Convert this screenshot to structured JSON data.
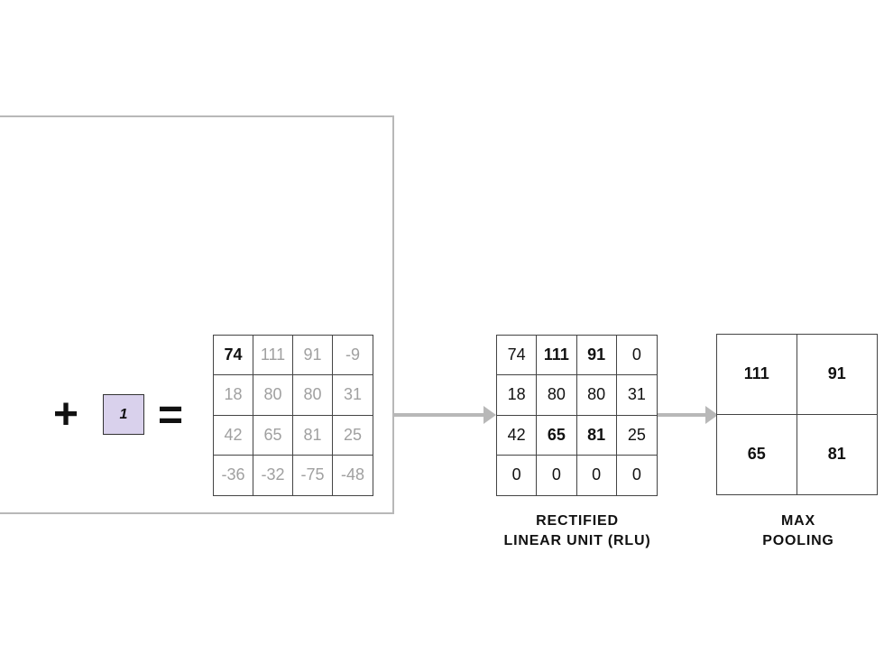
{
  "operators": {
    "plus": "+",
    "equals": "="
  },
  "bias": {
    "value": "1",
    "color": "#d9d1ec"
  },
  "sum_grid": {
    "cells": [
      "74",
      "111",
      "91",
      "-9",
      "18",
      "80",
      "80",
      "31",
      "42",
      "65",
      "81",
      "25",
      "-36",
      "-32",
      "-75",
      "-48"
    ],
    "bold": [
      true,
      false,
      false,
      false,
      false,
      false,
      false,
      false,
      false,
      false,
      false,
      false,
      false,
      false,
      false,
      false
    ]
  },
  "rlu_grid": {
    "cells": [
      "74",
      "111",
      "91",
      "0",
      "18",
      "80",
      "80",
      "31",
      "42",
      "65",
      "81",
      "25",
      "0",
      "0",
      "0",
      "0"
    ],
    "bold": [
      false,
      true,
      true,
      false,
      false,
      false,
      false,
      false,
      false,
      true,
      true,
      false,
      false,
      false,
      false,
      false
    ]
  },
  "pool_grid": {
    "cells": [
      "111",
      "91",
      "65",
      "81"
    ]
  },
  "captions": {
    "rlu": {
      "line1": "RECTIFIED",
      "line2": "LINEAR UNIT (RLU)"
    },
    "pool": {
      "line1": "MAX",
      "line2": "POOLING"
    }
  },
  "colors": {
    "arrow": "#b8b8b8",
    "frame": "#b8b8b8",
    "muted_text": "#a0a0a0",
    "text": "#111111"
  }
}
